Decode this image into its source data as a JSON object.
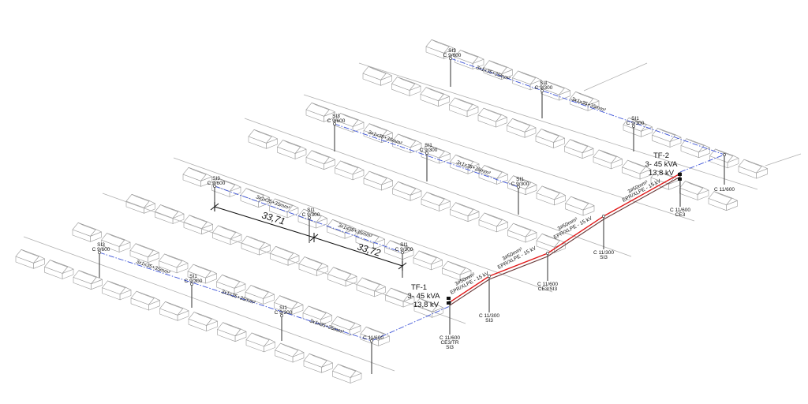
{
  "colors": {
    "background": "#ffffff",
    "house_stroke": "#9a9a9a",
    "lv_line": "#3b52d8",
    "hv_line": "#e01919",
    "pole": "#444444",
    "dimension": "#111111"
  },
  "cable_label": "3x1x35+35mm²",
  "hv_cable": {
    "size": "3#50mm²",
    "type": "EPR/XLPE - 15 kV"
  },
  "transformers": [
    {
      "id": "tf1",
      "name": "TF-1",
      "rating": "3- 45 kVA",
      "voltage": "13,8 kV"
    },
    {
      "id": "tf2",
      "name": "TF-2",
      "rating": "3- 45 kVA",
      "voltage": "13,8 kV"
    }
  ],
  "dimensions": [
    {
      "id": "dim1",
      "value": "33,71"
    },
    {
      "id": "dim2",
      "value": "33,72"
    }
  ],
  "poles": [
    {
      "id": "r1p1",
      "l1": "SI3",
      "l2": "C 9/600"
    },
    {
      "id": "r1p2",
      "l1": "SI1",
      "l2": "C 9/300"
    },
    {
      "id": "r1p3",
      "l1": "SI1",
      "l2": "C 9/300"
    },
    {
      "id": "r1p4",
      "l1": "",
      "l2": "C 11/600"
    },
    {
      "id": "r2p1",
      "l1": "SI3",
      "l2": "C 9/600"
    },
    {
      "id": "r2p2",
      "l1": "SI1",
      "l2": "C 9/300"
    },
    {
      "id": "r2p3",
      "l1": "SI1",
      "l2": "C 9/300"
    },
    {
      "id": "r3p1",
      "l1": "SI3",
      "l2": "C 9/600"
    },
    {
      "id": "r3p2",
      "l1": "SI1",
      "l2": "C 9/300"
    },
    {
      "id": "r3p3",
      "l1": "SI1",
      "l2": "C 9/300"
    },
    {
      "id": "r4p1",
      "l1": "SI3",
      "l2": "C 9/600"
    },
    {
      "id": "r4p2",
      "l1": "SI1",
      "l2": "C 9/300"
    },
    {
      "id": "r4p3",
      "l1": "SI1",
      "l2": "C 9/300"
    },
    {
      "id": "r4p4",
      "l1": "",
      "l2": "C 11/600"
    }
  ],
  "hv_poles": [
    {
      "id": "h1",
      "l1": "C 11/600",
      "l2": "CE3/TR",
      "l3": "SI3"
    },
    {
      "id": "h2",
      "l1": "C 11/300",
      "l2": "SI3",
      "l3": ""
    },
    {
      "id": "h3",
      "l1": "C 11/600",
      "l2": "CE3/SI3",
      "l3": ""
    },
    {
      "id": "h4",
      "l1": "C 11/300",
      "l2": "SI3",
      "l3": ""
    },
    {
      "id": "h5",
      "l1": "C 11/600",
      "l2": "CE3",
      "l3": ""
    }
  ]
}
